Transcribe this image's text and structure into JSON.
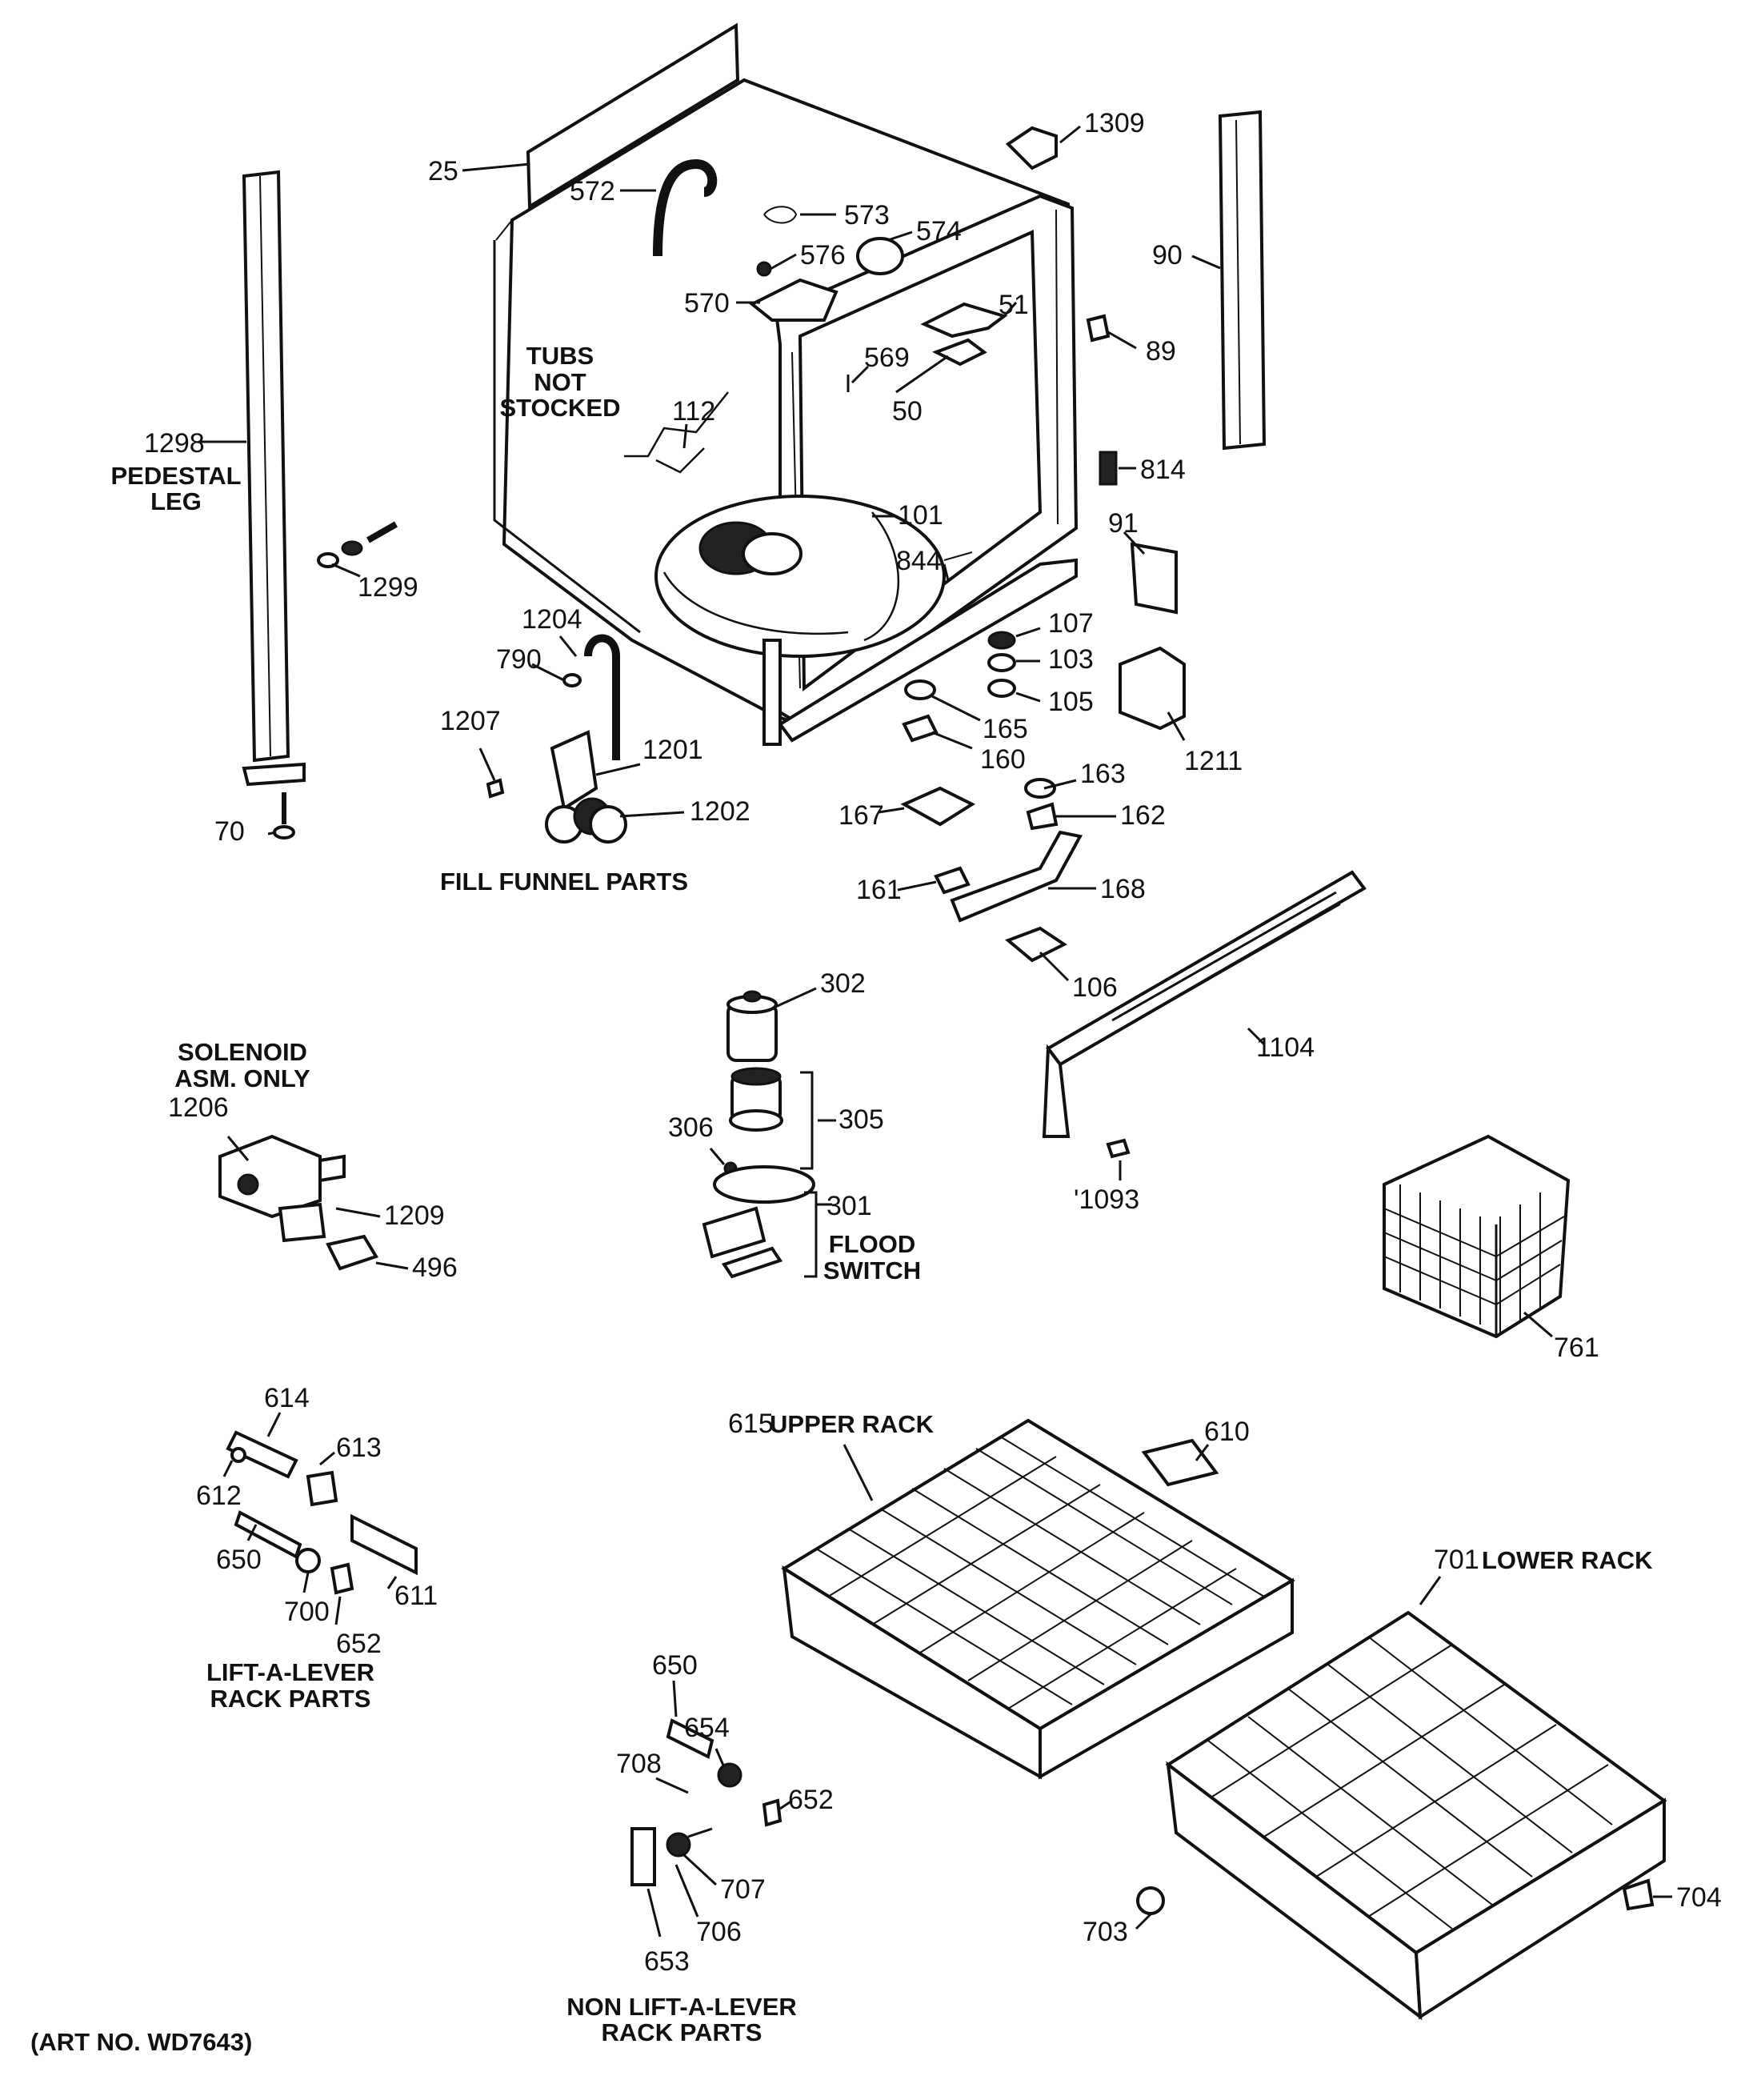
{
  "parts": [
    {
      "id": "p25",
      "label": "25"
    },
    {
      "id": "p572",
      "label": "572"
    },
    {
      "id": "p573",
      "label": "573"
    },
    {
      "id": "p574",
      "label": "574"
    },
    {
      "id": "p576",
      "label": "576"
    },
    {
      "id": "p570",
      "label": "570"
    },
    {
      "id": "p1309",
      "label": "1309"
    },
    {
      "id": "p90",
      "label": "90"
    },
    {
      "id": "p51",
      "label": "51"
    },
    {
      "id": "p569",
      "label": "569"
    },
    {
      "id": "p50",
      "label": "50"
    },
    {
      "id": "p89",
      "label": "89"
    },
    {
      "id": "p112",
      "label": "112"
    },
    {
      "id": "p814",
      "label": "814"
    },
    {
      "id": "p1298",
      "label": "1298"
    },
    {
      "id": "p101",
      "label": "101"
    },
    {
      "id": "p91",
      "label": "91"
    },
    {
      "id": "p844",
      "label": "844"
    },
    {
      "id": "p1299",
      "label": "1299"
    },
    {
      "id": "p107",
      "label": "107"
    },
    {
      "id": "p103",
      "label": "103"
    },
    {
      "id": "p105",
      "label": "105"
    },
    {
      "id": "p1204",
      "label": "1204"
    },
    {
      "id": "p790",
      "label": "790"
    },
    {
      "id": "p165",
      "label": "165"
    },
    {
      "id": "p1211",
      "label": "1211"
    },
    {
      "id": "p1207",
      "label": "1207"
    },
    {
      "id": "p1201",
      "label": "1201"
    },
    {
      "id": "p160",
      "label": "160"
    },
    {
      "id": "p163",
      "label": "163"
    },
    {
      "id": "p70",
      "label": "70"
    },
    {
      "id": "p1202",
      "label": "1202"
    },
    {
      "id": "p167",
      "label": "167"
    },
    {
      "id": "p162",
      "label": "162"
    },
    {
      "id": "p161",
      "label": "161"
    },
    {
      "id": "p168",
      "label": "168"
    },
    {
      "id": "p106",
      "label": "106"
    },
    {
      "id": "p302",
      "label": "302"
    },
    {
      "id": "p1104",
      "label": "1104"
    },
    {
      "id": "p1206",
      "label": "1206"
    },
    {
      "id": "p306",
      "label": "306"
    },
    {
      "id": "p305",
      "label": "305"
    },
    {
      "id": "p1209",
      "label": "1209"
    },
    {
      "id": "p1093",
      "label": "'1093"
    },
    {
      "id": "p301",
      "label": "301"
    },
    {
      "id": "p496",
      "label": "496"
    },
    {
      "id": "p761",
      "label": "761"
    },
    {
      "id": "p614",
      "label": "614"
    },
    {
      "id": "p613",
      "label": "613"
    },
    {
      "id": "p612",
      "label": "612"
    },
    {
      "id": "p650a",
      "label": "650"
    },
    {
      "id": "p700",
      "label": "700"
    },
    {
      "id": "p611",
      "label": "611"
    },
    {
      "id": "p652a",
      "label": "652"
    },
    {
      "id": "p615",
      "label": "615"
    },
    {
      "id": "p610",
      "label": "610"
    },
    {
      "id": "p701",
      "label": "701"
    },
    {
      "id": "p650b",
      "label": "650"
    },
    {
      "id": "p654",
      "label": "654"
    },
    {
      "id": "p708",
      "label": "708"
    },
    {
      "id": "p652b",
      "label": "652"
    },
    {
      "id": "p707",
      "label": "707"
    },
    {
      "id": "p706",
      "label": "706"
    },
    {
      "id": "p653",
      "label": "653"
    },
    {
      "id": "p703",
      "label": "703"
    },
    {
      "id": "p704",
      "label": "704"
    }
  ],
  "captions": {
    "tubs_1": "TUBS",
    "tubs_2": "NOT",
    "tubs_3": "STOCKED",
    "pedestal_1": "PEDESTAL",
    "pedestal_2": "LEG",
    "fill_funnel": "FILL FUNNEL PARTS",
    "solenoid_1": "SOLENOID",
    "solenoid_2": "ASM. ONLY",
    "flood_1": "FLOOD",
    "flood_2": "SWITCH",
    "upper_rack": "UPPER RACK",
    "lower_rack": "LOWER RACK",
    "lift_1": "LIFT-A-LEVER",
    "lift_2": "RACK PARTS",
    "nonlift_1": "NON LIFT-A-LEVER",
    "nonlift_2": "RACK PARTS",
    "art_no": "(ART NO. WD7643)"
  }
}
